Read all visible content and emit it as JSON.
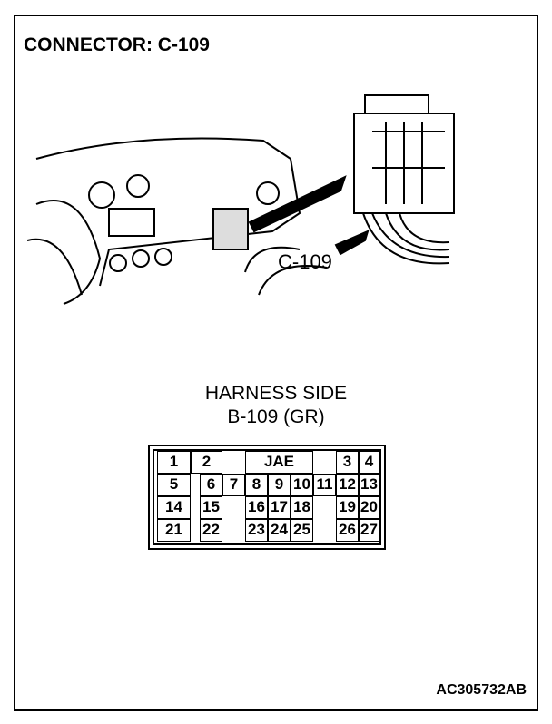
{
  "title": "CONNECTOR: C-109",
  "callout": "C-109",
  "harness": {
    "line1": "HARNESS SIDE",
    "line2": "B-109 (GR)"
  },
  "connector": {
    "maker": "JAE",
    "pins": [
      "1",
      "2",
      "3",
      "4",
      "5",
      "6",
      "7",
      "8",
      "9",
      "10",
      "11",
      "12",
      "13",
      "14",
      "15",
      "16",
      "17",
      "18",
      "19",
      "20",
      "21",
      "22",
      "23",
      "24",
      "25",
      "26",
      "27"
    ]
  },
  "figure_code": "AC305732AB"
}
